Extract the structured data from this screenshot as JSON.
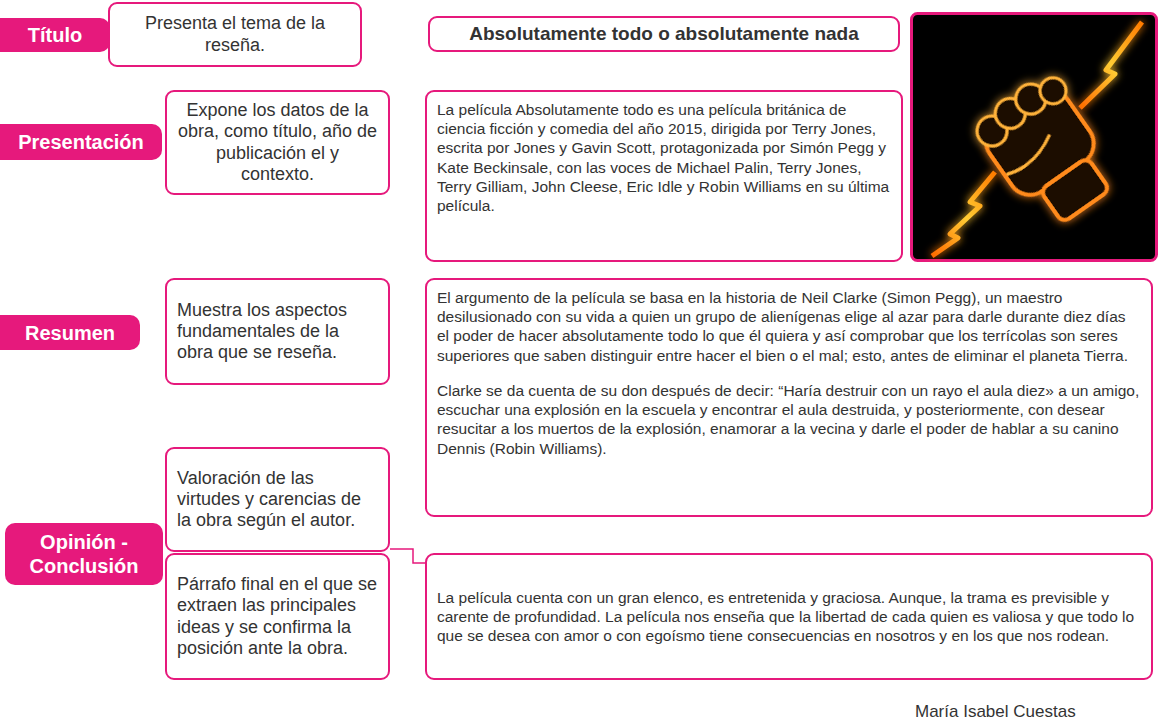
{
  "diagram": {
    "nodes": [
      {
        "text": [
          "Título"
        ]
      },
      {
        "text": [
          "Presenta el tema de la reseña."
        ]
      },
      {
        "text": [
          "Absolutamente todo o absolutamente nada"
        ]
      },
      {
        "text": [
          "Presentación"
        ]
      },
      {
        "text": [
          "Expone los datos de la obra, como título, año de publicación el y contexto."
        ]
      },
      {
        "text": [
          "La película Absolutamente todo es una película británica de ciencia ficción y comedia del año 2015, dirigida por Terry Jones, escrita por Jones y Gavin Scott, protagonizada por Simón Pegg y Kate Beckinsale, con las voces de Michael Palin, Terry Jones, Terry Gilliam, John Cleese, Eric Idle y Robin Williams en su última película."
        ]
      },
      {
        "text": [
          "Resumen"
        ]
      },
      {
        "text": [
          "Muestra los aspectos fundamentales de la obra que se reseña."
        ]
      },
      {
        "text": [
          "El argumento de la película se basa en la historia de Neil Clarke (Simon Pegg), un maestro desilusionado con su vida a quien un grupo de alienígenas elige al azar para darle durante diez días el poder de hacer absolutamente todo lo que él quiera y así comprobar que los terrícolas son seres superiores que saben distinguir entre hacer el bien o el mal; esto, antes de eliminar el planeta Tierra.",
          "Clarke se da cuenta de su don después de decir: “Haría destruir con un rayo el aula diez» a un amigo, escuchar una explosión en la escuela y encontrar el aula destruida, y posteriormente, con desear resucitar a los muertos de la explosión, enamorar a la vecina y darle el poder de hablar a su canino Dennis (Robin Williams)."
        ]
      },
      {
        "text": [
          "Valoración de las virtudes y carencias de la obra según el autor."
        ]
      },
      {
        "text": [
          "Opinión - Conclusión"
        ]
      },
      {
        "text": [
          "Párrafo final en el que se extraen las principales ideas y se confirma la posición ante la obra."
        ]
      },
      {
        "text": [
          "La película cuenta con un gran elenco, es entretenida y graciosa. Aunque, la trama es previsible y carente de profundidad. La película nos enseña que la libertad de cada quien es valiosa y que todo lo que se desea con amor o con egoísmo tiene consecuencias en nosotros y en los que nos rodean."
        ]
      }
    ],
    "edges": [
      {
        "from": 9,
        "to": 12,
        "arrow": "none"
      }
    ],
    "labels": [
      "María Isabel Cuestas"
    ]
  }
}
